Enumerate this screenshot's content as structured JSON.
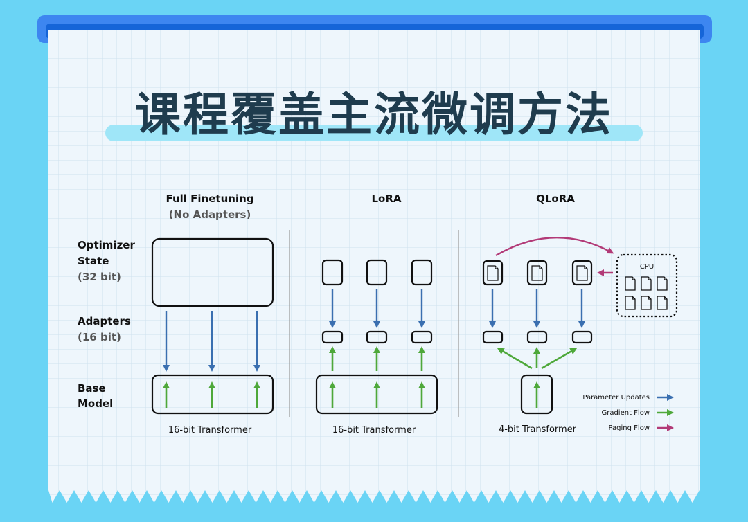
{
  "title": "课程覆盖主流微调方法",
  "sections": {
    "full": {
      "heading": "Full Finetuning",
      "subheading": "(No Adapters)",
      "footer": "16-bit Transformer"
    },
    "lora": {
      "heading": "LoRA",
      "footer": "16-bit Transformer"
    },
    "qlora": {
      "heading": "QLoRA",
      "footer": "4-bit Transformer",
      "cpu_label": "CPU"
    }
  },
  "row_labels": {
    "optimizer_line1": "Optimizer",
    "optimizer_line2": "State",
    "optimizer_bits": "(32 bit)",
    "adapters_line1": "Adapters",
    "adapters_bits": "(16 bit)",
    "base_line1": "Base",
    "base_line2": "Model"
  },
  "legend": {
    "parameter_updates": "Parameter Updates",
    "gradient_flow": "Gradient Flow",
    "paging_flow": "Paging Flow"
  },
  "colors": {
    "background": "#6ad4f5",
    "paper": "#eef6fc",
    "grid": "#cfe1ee",
    "header_bar": "#1565d8",
    "header_bar_top": "#3d86f0",
    "title_text": "#1f3c4e",
    "title_highlight": "#9fe6f8",
    "blue_arrow": "#3a6fb0",
    "green_arrow": "#4ea83a",
    "magenta_arrow": "#b23a77"
  }
}
